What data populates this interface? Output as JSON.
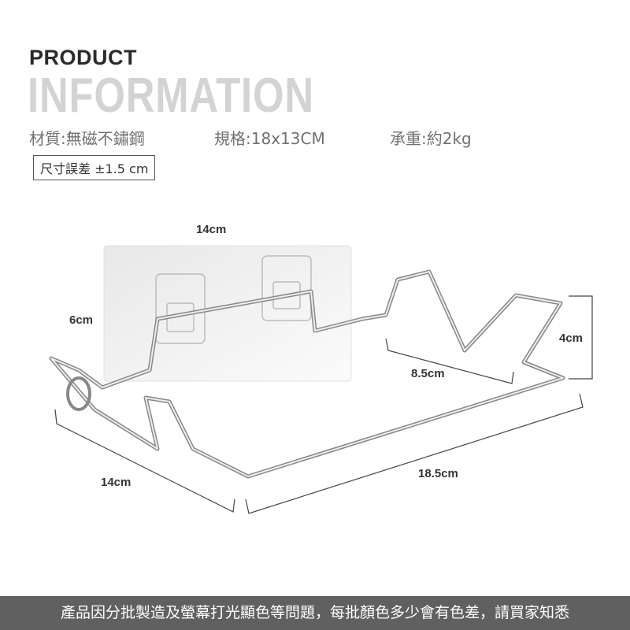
{
  "heading": {
    "line1": "PRODUCT",
    "line2": "INFORMATION"
  },
  "specs": [
    {
      "label": "材質",
      "value": "無磁不鏽鋼"
    },
    {
      "label": "規格",
      "value": "18x13CM"
    },
    {
      "label": "承重",
      "value": "約2kg"
    }
  ],
  "tolerance": "尺寸誤差 ±1.5 cm",
  "dimensions": {
    "plate_width": "14cm",
    "plate_height": "6cm",
    "depth_left": "14cm",
    "length": "18.5cm",
    "inner_width": "8.5cm",
    "height": "4cm"
  },
  "footer": "產品因分批製造及螢幕打光顯色等問題，每批顏色多少會有色差，請買家知悉"
}
